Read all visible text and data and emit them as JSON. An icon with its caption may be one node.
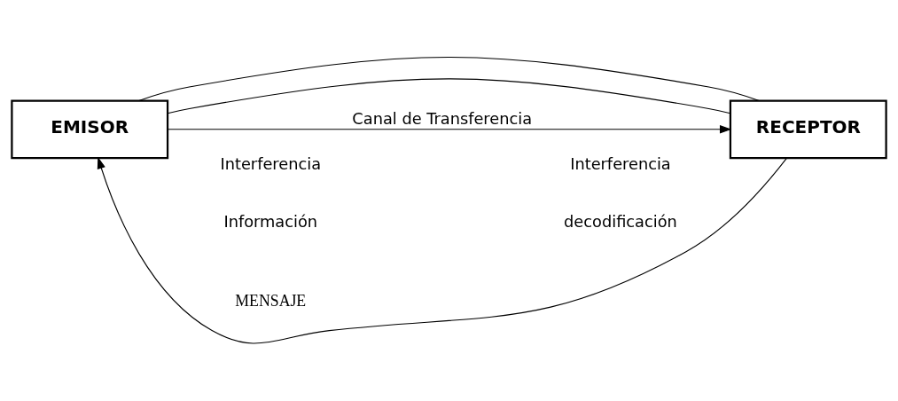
{
  "diagram": {
    "nodes": [
      {
        "text": [
          "EMISOR"
        ]
      },
      {
        "text": [
          "RECEPTOR"
        ]
      }
    ],
    "edges": [
      {
        "from": 1,
        "to": 0,
        "arrow": "to"
      },
      {
        "from": 0,
        "to": 1,
        "arrow": "none"
      },
      {
        "from": 0,
        "to": 1,
        "arrow": "none"
      },
      {
        "from": 0,
        "to": 1,
        "arrow": "to",
        "label": "Canal de Transferencia"
      }
    ],
    "labels": [
      "Interferencia",
      "Interferencia",
      "Información",
      "decodificación",
      "MENSAJE"
    ]
  }
}
